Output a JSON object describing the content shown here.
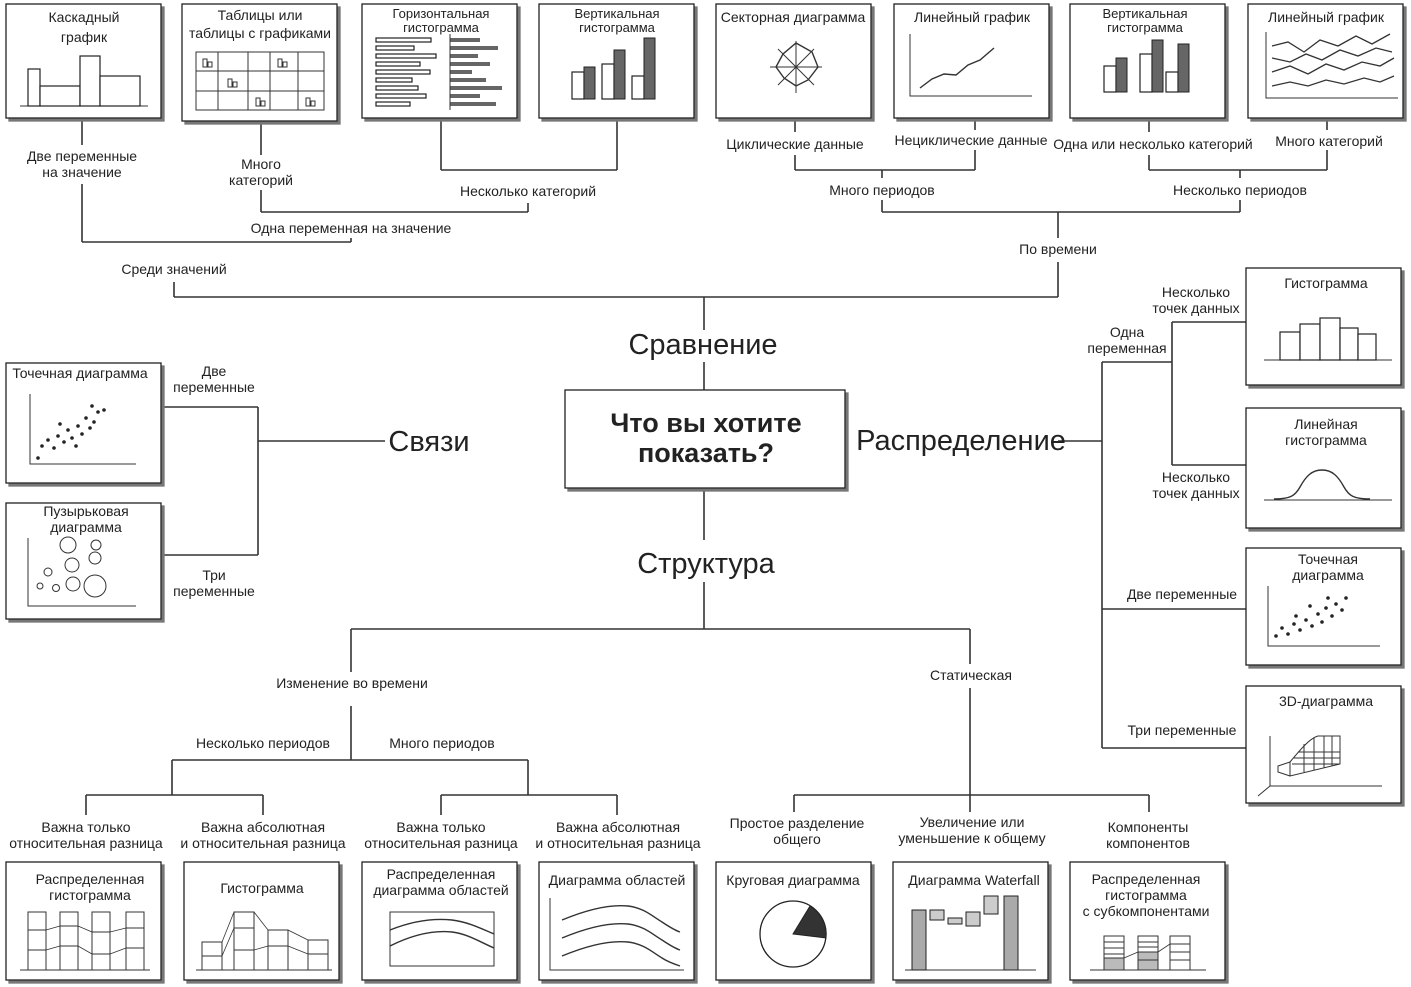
{
  "center": {
    "line1": "Что вы хотите",
    "line2": "показать?"
  },
  "branches": {
    "comparison": "Сравнение",
    "relationships": "Связи",
    "distribution": "Распределение",
    "composition": "Структура"
  },
  "comparison": {
    "among_items": "Среди значений",
    "over_time": "По времени",
    "two_vars": [
      "Две переменные",
      "на значение"
    ],
    "one_var": "Одна переменная на значение",
    "many_categories": [
      "Много",
      "категорий"
    ],
    "few_categories": "Несколько категорий",
    "many_periods": "Много периодов",
    "few_periods": "Несколько периодов",
    "cyclic": "Циклические данные",
    "noncyclic": "Нециклические данные",
    "single_or_few": "Одна или несколько категорий",
    "many_cat_time": "Много категорий"
  },
  "relationships": {
    "two_vars": [
      "Две",
      "переменные"
    ],
    "three_vars": [
      "Три",
      "переменные"
    ]
  },
  "distribution": {
    "single_var": [
      "Одна",
      "переменная"
    ],
    "few_points": [
      "Несколько",
      "точек данных"
    ],
    "many_points": [
      "Несколько",
      "точек данных"
    ],
    "two_vars": "Две переменные",
    "three_vars": "Три переменные"
  },
  "composition": {
    "changing": "Изменение во времени",
    "static": "Статическая",
    "few_periods": "Несколько периодов",
    "many_periods": "Много периодов",
    "relative_1": [
      "Важна только",
      "относительная разница"
    ],
    "absolute_1": [
      "Важна абсолютная",
      "и относительная разница"
    ],
    "relative_2": [
      "Важна только",
      "относительная разница"
    ],
    "absolute_2": [
      "Важна абсолютная",
      "и относительная разница"
    ],
    "simple_share": [
      "Простое разделение",
      "общего"
    ],
    "accumulation": [
      "Увеличение или",
      "уменьшение к общему"
    ],
    "components": [
      "Компоненты",
      "компонентов"
    ]
  },
  "charts": {
    "waterfall_top": [
      "Каскадный",
      "график"
    ],
    "table_charts": [
      "Таблицы или",
      "таблицы с графиками"
    ],
    "bar_horizontal": [
      "Горизонтальная",
      "гистограмма"
    ],
    "column_top": [
      "Вертикальная",
      "гистограмма"
    ],
    "radar": [
      "Секторная диаграмма"
    ],
    "line_top": [
      "Линейный график"
    ],
    "column_time": [
      "Вертикальная",
      "гистограмма"
    ],
    "line_many": [
      "Линейный график"
    ],
    "scatter_rel": [
      "Точечная диаграмма"
    ],
    "bubble": [
      "Пузырьковая",
      "диаграмма"
    ],
    "histogram_col": [
      "Гистограмма"
    ],
    "line_histogram": [
      "Линейная",
      "гистограмма"
    ],
    "scatter_dist": [
      "Точечная",
      "диаграмма"
    ],
    "chart_3d": [
      "3D-диаграмма"
    ],
    "stacked_100": [
      "Распределенная",
      "гистограмма"
    ],
    "stacked_col": [
      "Гистограмма"
    ],
    "stacked_area_100": [
      "Распределенная",
      "диаграмма областей"
    ],
    "area": [
      "Диаграмма областей"
    ],
    "pie": [
      "Круговая диаграмма"
    ],
    "waterfall": [
      "Диаграмма Waterfall"
    ],
    "stacked_sub": [
      "Распределенная",
      "гистограмма",
      "с субкомпонентами"
    ]
  }
}
